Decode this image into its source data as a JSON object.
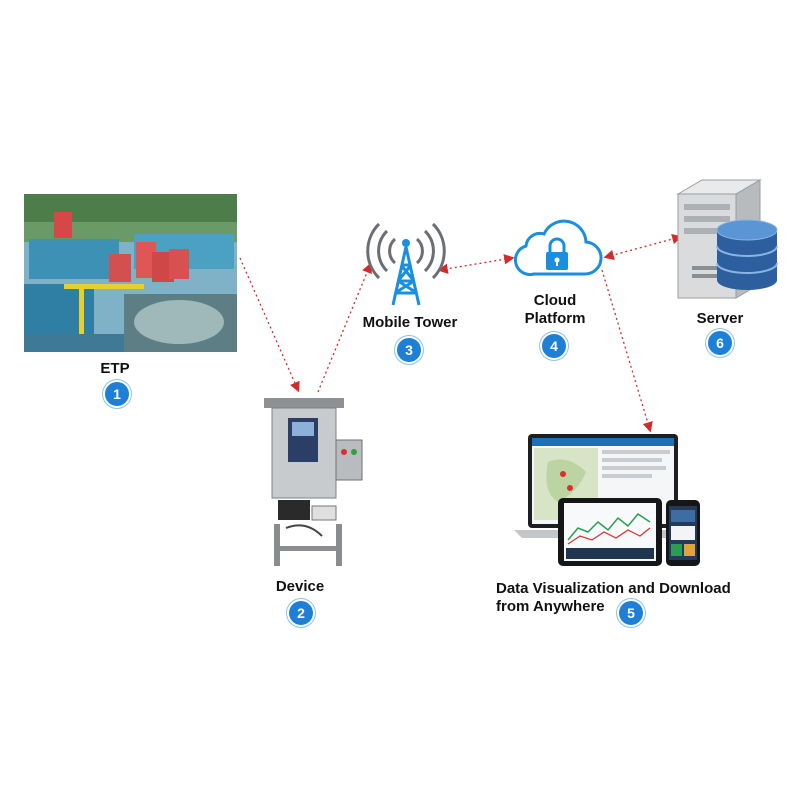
{
  "nodes": {
    "etp": {
      "label": "ETP",
      "step": "1"
    },
    "device": {
      "label": "Device",
      "step": "2"
    },
    "tower": {
      "label": "Mobile Tower",
      "step": "3"
    },
    "cloud": {
      "label": "Cloud\nPlatform",
      "step": "4"
    },
    "visualization": {
      "label": "Data Visualization and Download\nfrom Anywhere",
      "step": "5"
    },
    "server": {
      "label": "Server",
      "step": "6"
    }
  },
  "colors": {
    "connector": "#d42a2a",
    "badge": "#1e7fd6",
    "icon_blue": "#1a8fe0"
  },
  "icons": [
    "mobile-tower-icon",
    "cloud-lock-icon",
    "server-database-icon"
  ]
}
